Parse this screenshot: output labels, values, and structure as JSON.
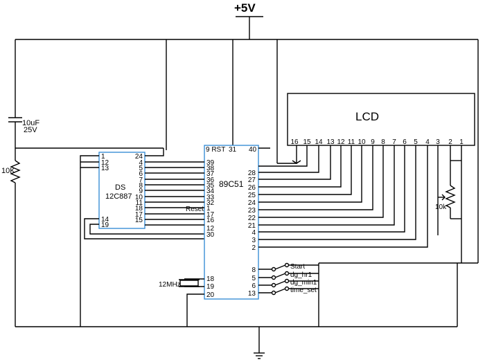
{
  "supply": {
    "label": "+5V"
  },
  "capacitor": {
    "value": "10uF",
    "voltage": "25V"
  },
  "resistor": {
    "label": "10K"
  },
  "pot": {
    "label": "10k"
  },
  "crystal": {
    "label": "12MHz"
  },
  "rtc": {
    "name_line1": "DS",
    "name_line2": "12C887",
    "left_pins": [
      "1",
      "12",
      "13",
      "14",
      "19"
    ],
    "right_pins": [
      "24",
      "4",
      "5",
      "6",
      "7",
      "8",
      "9",
      "10",
      "11",
      "18",
      "17",
      "15"
    ]
  },
  "mcu": {
    "name": "89C51",
    "top_pins": {
      "rst": "9 RST",
      "p31": "31",
      "p40": "40"
    },
    "left_pins": [
      "39",
      "38",
      "37",
      "36",
      "35",
      "34",
      "33",
      "32",
      "1",
      "17",
      "16",
      "12",
      "30",
      "18",
      "19",
      "20"
    ],
    "reset_label": "Reset",
    "right_pins": [
      "28",
      "27",
      "26",
      "25",
      "24",
      "23",
      "22",
      "21",
      "4",
      "3",
      "2",
      "8",
      "5",
      "6",
      "13"
    ]
  },
  "lcd": {
    "title": "LCD",
    "pins": [
      "16",
      "15",
      "14",
      "13",
      "12",
      "11",
      "10",
      "9",
      "8",
      "7",
      "6",
      "5",
      "4",
      "3",
      "2",
      "1"
    ]
  },
  "switches": [
    "Start",
    "dg_hr1",
    "dg_min1",
    "time_set"
  ]
}
